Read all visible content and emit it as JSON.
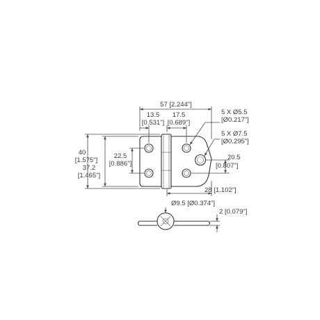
{
  "dimensions": {
    "overall_width": {
      "mm": "57",
      "in": "[2.244\"]"
    },
    "hole_offset_left": {
      "mm": "13.5",
      "in": "[0.531\"]"
    },
    "hole_offset_right": {
      "mm": "17.5",
      "in": "[0.689\"]"
    },
    "small_holes": {
      "mm": "5 X Ø5.5",
      "in": "[Ø0.217\"]"
    },
    "large_holes": {
      "mm": "5 X Ø7.5",
      "in": "[Ø0.295\"]"
    },
    "overall_height": {
      "mm": "40",
      "in": "[1.575\"]"
    },
    "leaf_height": {
      "mm": "37.2",
      "in": "[1.465\"]"
    },
    "hole_spacing_left": {
      "mm": "22.5",
      "in": "[0.886\"]"
    },
    "hole_spacing_right": {
      "mm": "20.5",
      "in": "[0.807\"]"
    },
    "right_leaf_width": {
      "mm": "28",
      "in": "[1.102\"]"
    },
    "pin_diameter": {
      "mm": "Ø9.5",
      "in": "[Ø0.374\"]"
    },
    "thickness": {
      "mm": "2",
      "in": "[0.079\"]"
    }
  },
  "colors": {
    "line": "#4a4a4a",
    "part_outline": "#333333",
    "text": "#3a3a3a"
  }
}
